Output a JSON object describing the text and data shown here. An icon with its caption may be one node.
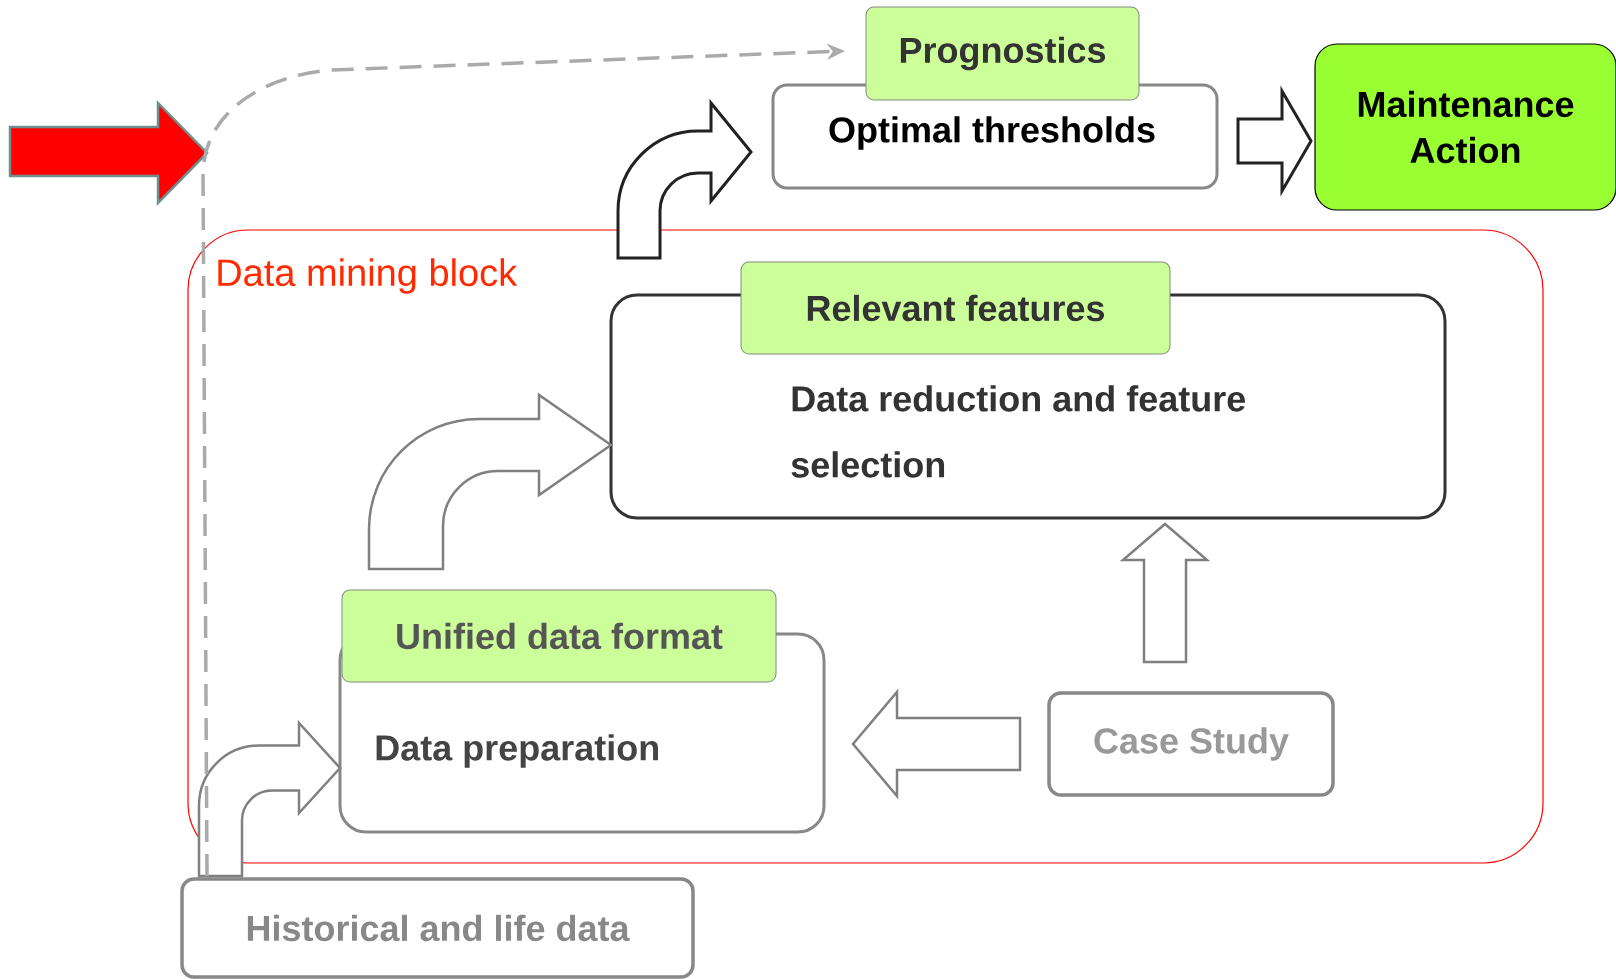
{
  "diagram": {
    "nodes": [
      {
        "text": [
          "Data mining block"
        ]
      },
      {
        "text": [
          "Prognostics",
          "Optimal thresholds"
        ]
      },
      {
        "text": [
          "Maintenance Action"
        ]
      },
      {
        "text": [
          "Relevant features",
          "Data reduction and feature selection"
        ],
        "in": 0
      },
      {
        "text": [
          "Unified data format",
          "Data preparation"
        ],
        "in": 0
      },
      {
        "text": [
          "Case Study"
        ],
        "in": 0
      },
      {
        "text": [
          "Historical and life data"
        ]
      }
    ],
    "edges": [
      {
        "from": 6,
        "to": 4,
        "arrow": "to"
      },
      {
        "from": 4,
        "to": 3,
        "arrow": "to"
      },
      {
        "from": 5,
        "to": 4,
        "arrow": "to"
      },
      {
        "from": 5,
        "to": 3,
        "arrow": "to"
      },
      {
        "from": 0,
        "to": 1,
        "arrow": "to",
        "color": "#222222"
      },
      {
        "from": 1,
        "to": 2,
        "arrow": "to",
        "color": "#222222"
      },
      {
        "from": 6,
        "to": 1,
        "arrow": "to",
        "style": "dashed",
        "color": "#aaaaaa"
      }
    ]
  }
}
